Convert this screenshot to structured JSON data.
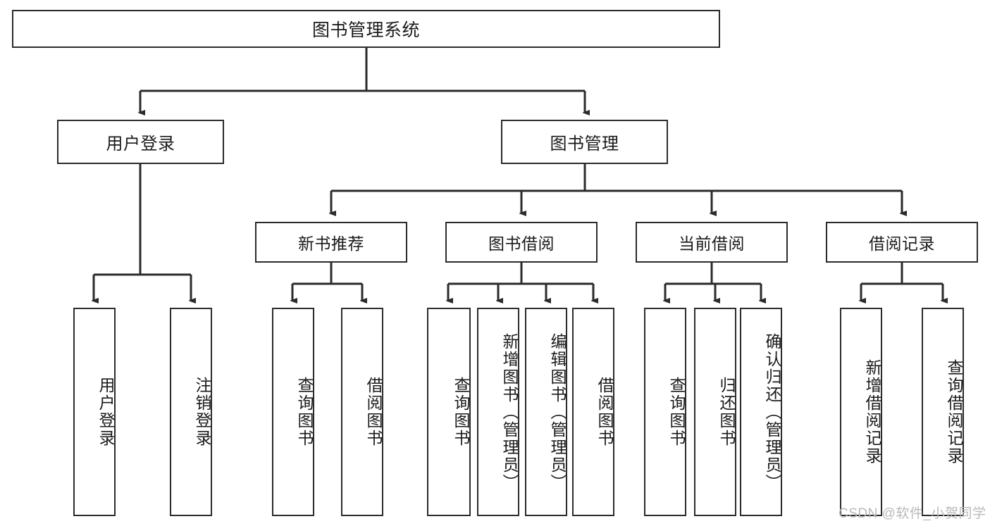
{
  "diagram": {
    "type": "tree-hierarchy-chart",
    "title": "图书管理系统",
    "orientation": "top-down",
    "colors": {
      "background": "#ffffff",
      "box_border": "#2b2b2b",
      "box_fill": "#ffffff",
      "text": "#1b1b1b",
      "connector": "#2b2b2b",
      "watermark": "#b9b9b9"
    },
    "root": {
      "label": "图书管理系统"
    },
    "level2": [
      {
        "label": "用户登录"
      },
      {
        "label": "图书管理"
      }
    ],
    "level3": [
      {
        "label": "新书推荐"
      },
      {
        "label": "图书借阅"
      },
      {
        "label": "当前借阅"
      },
      {
        "label": "借阅记录"
      }
    ],
    "leaves": {
      "user_login": [
        {
          "label": "用户登录"
        },
        {
          "label": "注销登录"
        }
      ],
      "new_book_recommend": [
        {
          "label": "查询图书"
        },
        {
          "label": "借阅图书"
        }
      ],
      "book_borrow": [
        {
          "label": "查询图书"
        },
        {
          "label": "新增图书（管理员）"
        },
        {
          "label": "编辑图书（管理员）"
        },
        {
          "label": "借阅图书"
        }
      ],
      "current_borrow": [
        {
          "label": "查询图书"
        },
        {
          "label": "归还图书"
        },
        {
          "label": "确认归还（管理员）"
        }
      ],
      "borrow_record": [
        {
          "label": "新增借阅记录"
        },
        {
          "label": "查询借阅记录"
        }
      ]
    }
  },
  "watermark": {
    "text": "CSDN @软件_小贺同学"
  }
}
